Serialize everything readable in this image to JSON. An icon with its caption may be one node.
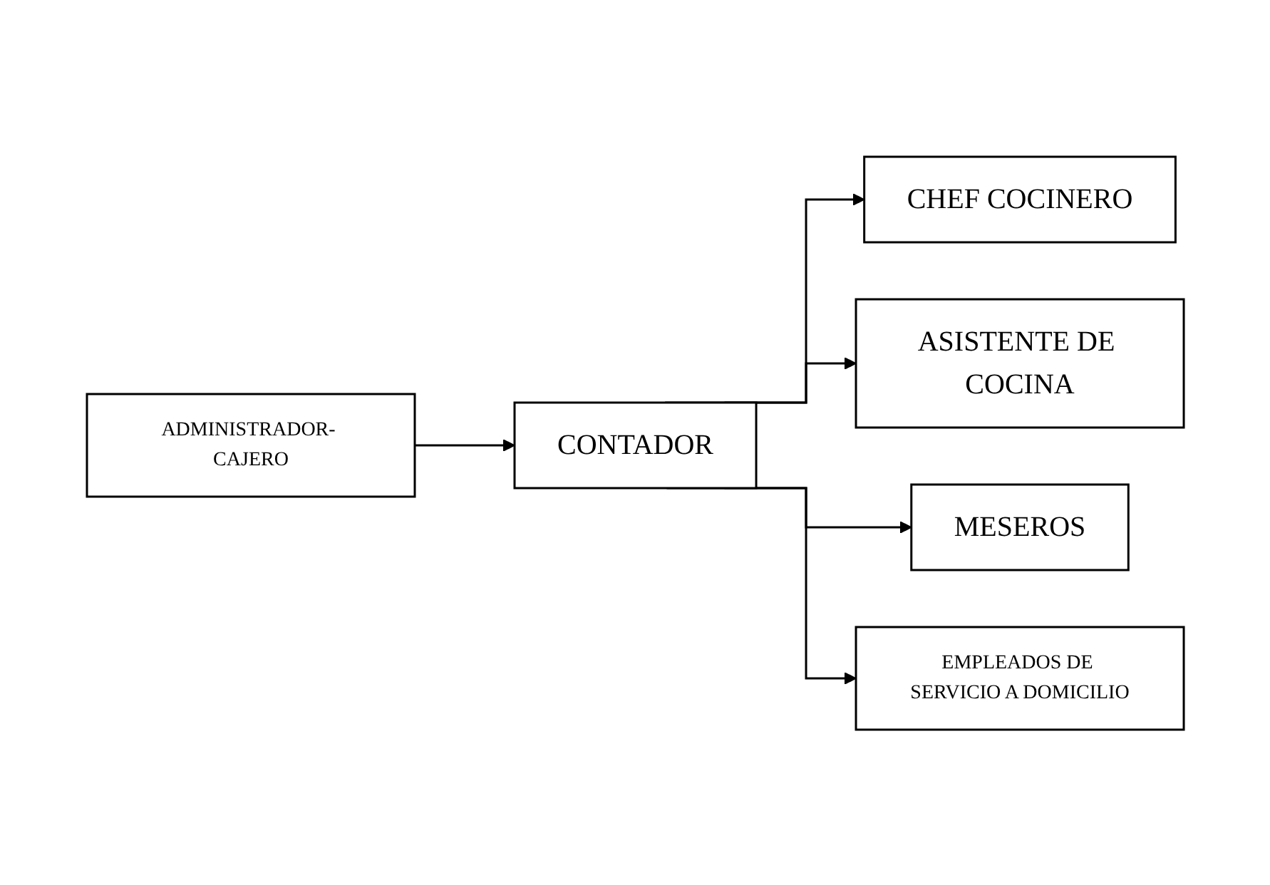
{
  "diagram": {
    "nodes": [
      {
        "text": [
          "ADMINISTRADOR- CAJERO"
        ]
      },
      {
        "text": [
          "CONTADOR"
        ]
      },
      {
        "text": [
          "CHEF COCINERO"
        ]
      },
      {
        "text": [
          "ASISTENTE DE COCINA"
        ]
      },
      {
        "text": [
          "MESEROS"
        ]
      },
      {
        "text": [
          "EMPLEADOS DE SERVICIO A DOMICILIO"
        ]
      }
    ],
    "edges": [
      {
        "from": 0,
        "to": 1,
        "arrow": "to"
      },
      {
        "from": 1,
        "to": 2,
        "arrow": "to"
      },
      {
        "from": 1,
        "to": 3,
        "arrow": "to"
      },
      {
        "from": 1,
        "to": 4,
        "arrow": "to"
      },
      {
        "from": 1,
        "to": 5,
        "arrow": "to"
      }
    ]
  }
}
